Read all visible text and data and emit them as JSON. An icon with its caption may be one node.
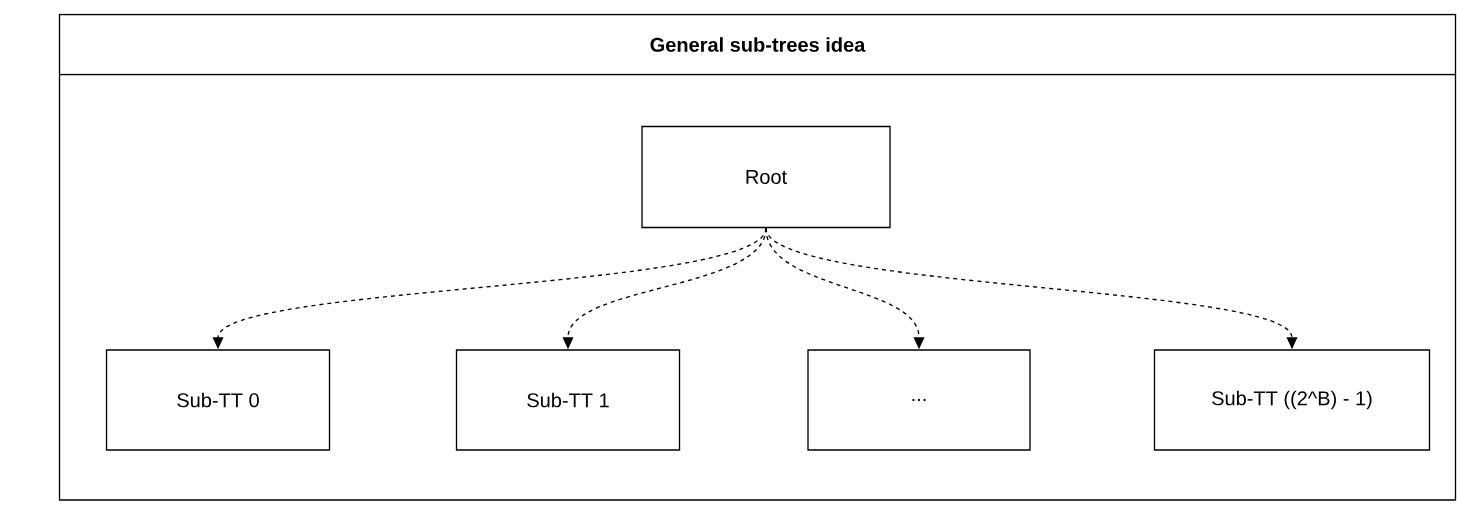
{
  "diagram": {
    "nodes": [
      {
        "text": [
          "General sub-trees idea"
        ]
      },
      {
        "text": [
          "Root"
        ],
        "in": 0
      },
      {
        "text": [
          "Sub-TT 0"
        ],
        "in": 0
      },
      {
        "text": [
          "Sub-TT 1"
        ],
        "in": 0
      },
      {
        "text": [
          "..."
        ],
        "in": 0
      },
      {
        "text": [
          "Sub-TT ((2^B) - 1)"
        ],
        "in": 0
      }
    ],
    "edges": [
      {
        "from": 1,
        "to": 2,
        "arrow": "to",
        "style": "dashed"
      },
      {
        "from": 1,
        "to": 3,
        "arrow": "to",
        "style": "dashed"
      },
      {
        "from": 1,
        "to": 4,
        "arrow": "to",
        "style": "dashed"
      },
      {
        "from": 1,
        "to": 5,
        "arrow": "to",
        "style": "dashed"
      }
    ]
  }
}
